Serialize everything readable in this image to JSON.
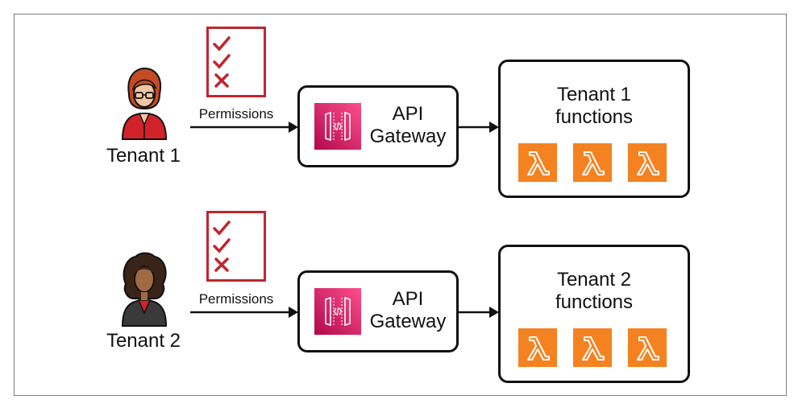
{
  "rows": [
    {
      "tenant_label": "Tenant 1",
      "permissions_label": "Permissions",
      "gateway_line1": "API",
      "gateway_line2": "Gateway",
      "functions_line1": "Tenant 1",
      "functions_line2": "functions"
    },
    {
      "tenant_label": "Tenant 2",
      "permissions_label": "Permissions",
      "gateway_line1": "API",
      "gateway_line2": "Gateway",
      "functions_line1": "Tenant 2",
      "functions_line2": "functions"
    }
  ],
  "icons": {
    "checklist": "checklist-icon",
    "user_1": "woman-user-icon",
    "user_2": "woman-user-icon",
    "api_gateway": "api-gateway-icon",
    "lambda": "lambda-function-icon"
  },
  "colors": {
    "lambda_orange": "#f58220",
    "api_gateway_magenta": "#c7205e",
    "checklist_red": "#c0262d",
    "box_border": "#111111"
  }
}
